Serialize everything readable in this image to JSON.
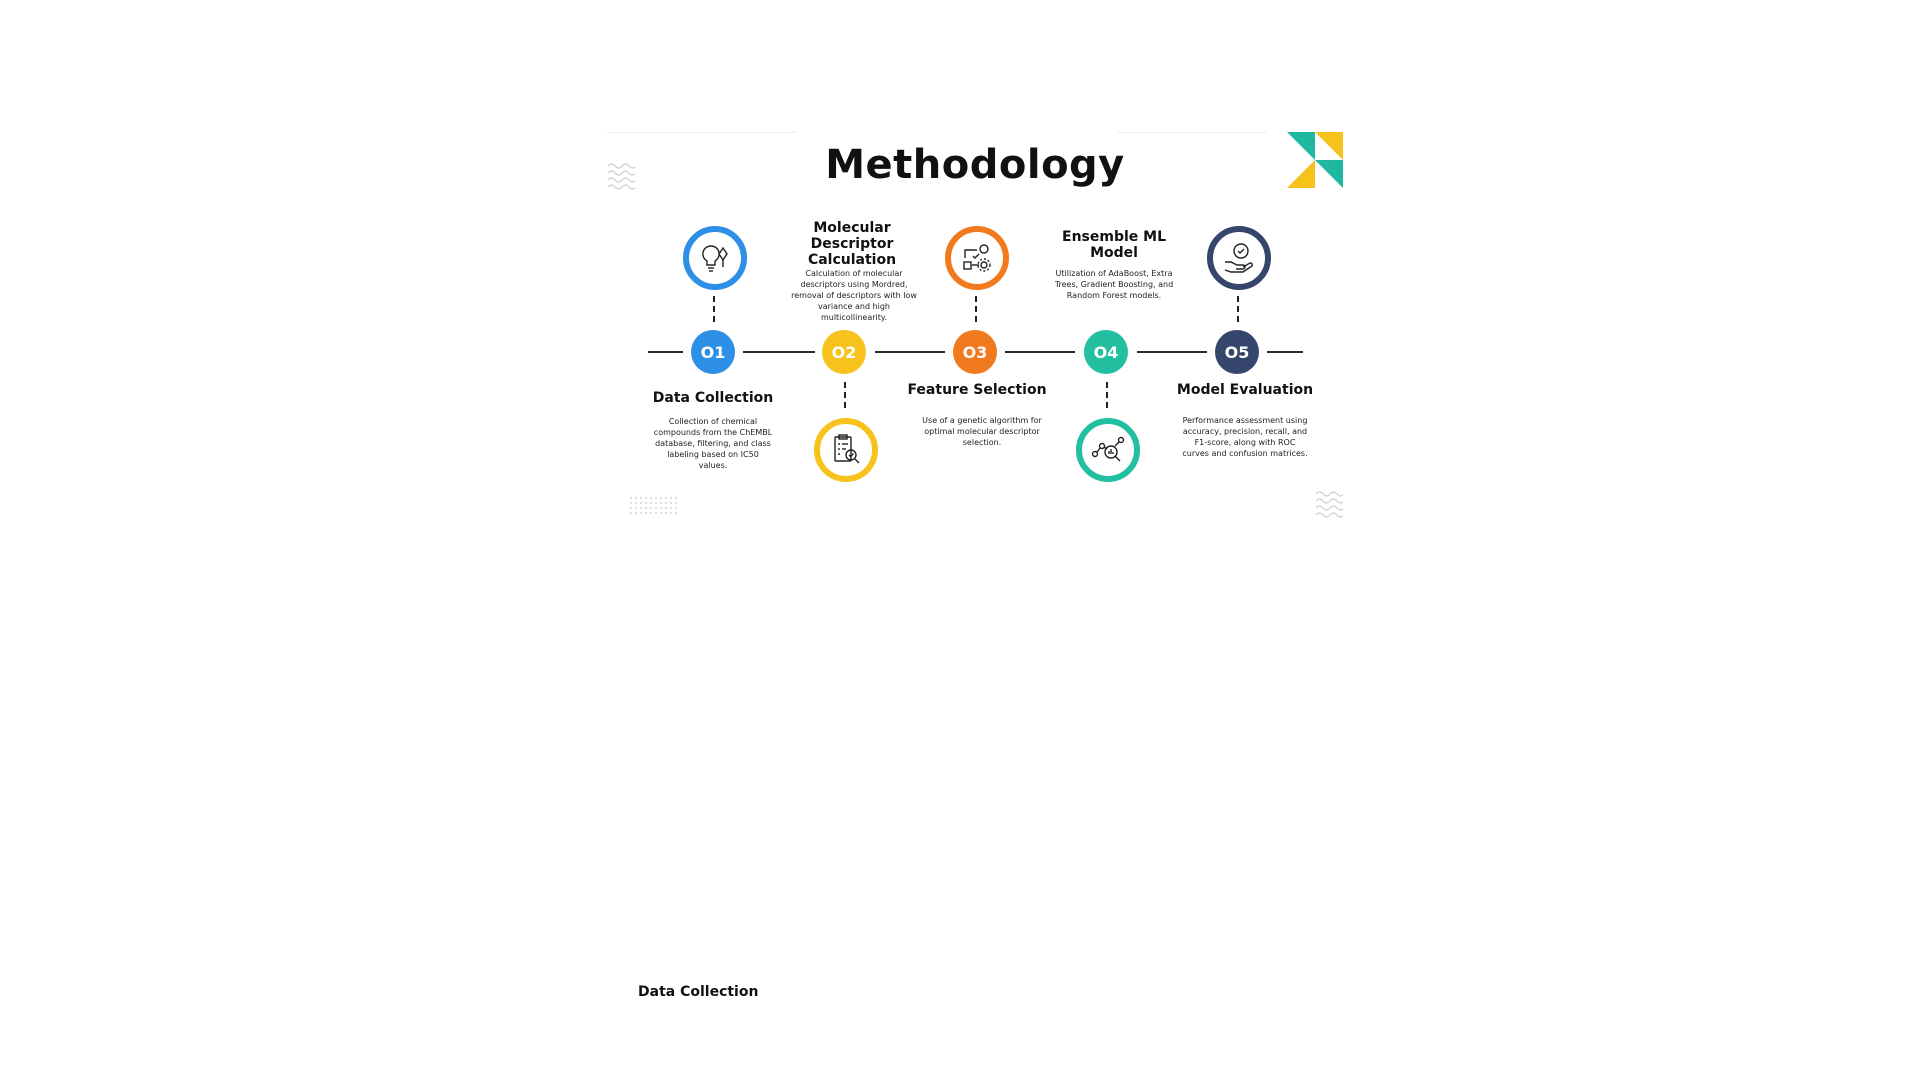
{
  "title": "Methodology",
  "steps": [
    {
      "number": "O1",
      "title": "Data Collection",
      "description": "Collection of chemical compounds from the ChEMBL database, filtering, and class labeling based on IC50 values.",
      "color": "#2E8FE6",
      "icon": "lightbulb-icon"
    },
    {
      "number": "O2",
      "title": "Molecular Descriptor Calculation",
      "description": "Calculation of molecular descriptors using Mordred, removal of descriptors with low variance and high multicollinearity.",
      "color": "#F6C21B",
      "icon": "checklist-search-icon"
    },
    {
      "number": "O3",
      "title": "Feature Selection",
      "description": "Use of a genetic algorithm for optimal molecular descriptor selection.",
      "color": "#F27A1E",
      "icon": "workflow-gear-icon"
    },
    {
      "number": "O4",
      "title": "Ensemble ML Model",
      "description": "Utilization of AdaBoost, Extra Trees, Gradient Boosting, and Random Forest models.",
      "color": "#22BFA1",
      "icon": "network-search-icon"
    },
    {
      "number": "O5",
      "title": "Model Evaluation",
      "description": "Performance assessment using accuracy, precision, recall, and F1-score, along with ROC curves and confusion matrices.",
      "color": "#36456B",
      "icon": "hand-check-icon"
    }
  ],
  "footer_label": "Data Collection",
  "accent_colors": {
    "teal": "#1FB7A0",
    "yellow": "#F6C21B"
  }
}
